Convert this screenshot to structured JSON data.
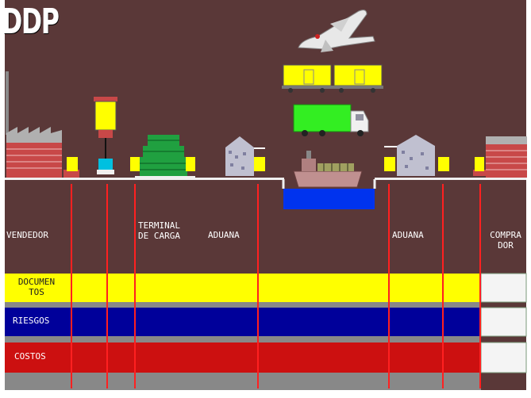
{
  "title": "DDP",
  "columns": {
    "vendedor": "VENDEDOR",
    "terminal_line1": "TERMINAL",
    "terminal_line2": "DE CARGA",
    "aduana_1": "ADUANA",
    "aduana_2": "ADUANA",
    "comprador_line1": "COMPRA",
    "comprador_line2": "DOR"
  },
  "rows": {
    "documentos_line1": "DOCUMEN",
    "documentos_line2": "TOS",
    "riesgos": "RIESGOS",
    "costos": "COSTOS"
  },
  "colors": {
    "background": "#5a3838",
    "yellow": "#ffff00",
    "blue": "#00009a",
    "red": "#cc1010",
    "divider": "#ff2020",
    "water": "#0033ee",
    "truck": "#33ee22"
  }
}
